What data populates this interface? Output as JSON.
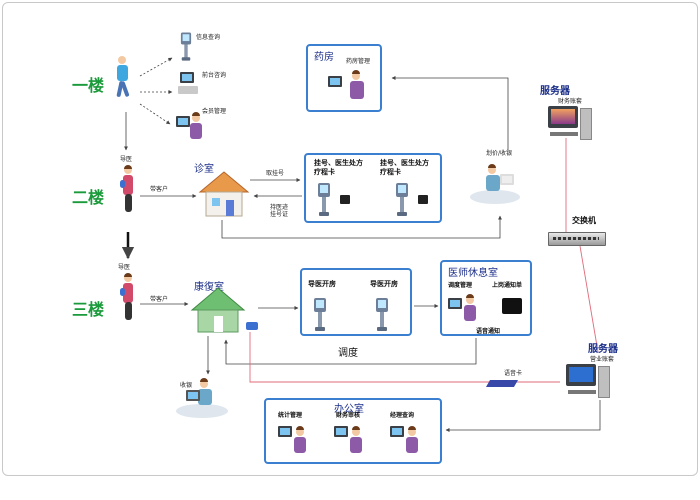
{
  "floors": {
    "first": "一楼",
    "second": "二楼",
    "third": "三楼"
  },
  "floor1_items": {
    "info_query": "信息查询",
    "front_desk": "前台咨询",
    "member_mgmt": "会员管理"
  },
  "guide_labels": {
    "guide1": "导医",
    "guide2": "导医",
    "lead_customer1": "带客户",
    "lead_customer2": "带客户"
  },
  "rooms": {
    "pharmacy": "药房",
    "pharmacy_mgmt": "药房管理",
    "clinic": "诊室",
    "rehab": "康復室",
    "doctor_lounge": "医师休息室",
    "office": "办公室"
  },
  "clinic_box": {
    "item1": "挂号、医生处方\n疗程卡",
    "item2": "挂号、医生处方\n疗程卡"
  },
  "clinic_labels": {
    "take_number": "取挂号",
    "voucher": "持医迹\n挂号证",
    "pricing_cashier": "划价/收银"
  },
  "rehab_box": {
    "item1": "导医开房",
    "item2": "导医开房"
  },
  "lounge": {
    "dispatch_mgmt": "调度管理",
    "shift_notice": "上岗通知单",
    "voice_notice": "语音通知"
  },
  "dispatch": "调度",
  "cashier": "收银",
  "voice_card": "语音卡",
  "servers": {
    "top_title": "服务器",
    "top_sub": "财务账套",
    "switch": "交换机",
    "bottom_title": "服务器",
    "bottom_sub": "营业账套"
  },
  "office_items": {
    "stats": "统计管理",
    "finance": "财务审核",
    "manager": "经理查询"
  },
  "colors": {
    "floor_green": "#1a9a3a",
    "box_blue": "#3b7fd0",
    "room_navy": "#1c2f8a",
    "red_line": "#e06a7a",
    "house_orange": "#e89a4a",
    "house_green": "#6fbf73"
  }
}
